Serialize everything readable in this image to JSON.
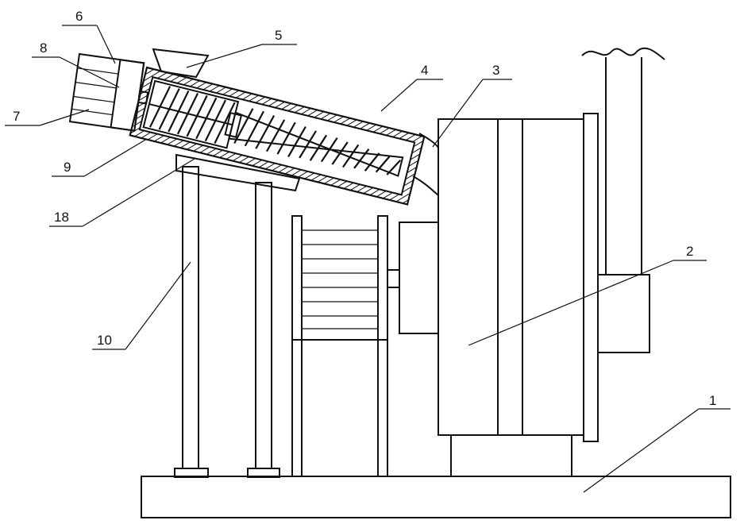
{
  "labels": {
    "base": "1",
    "main_body": "2",
    "pipe": "3",
    "barrel": "4",
    "hopper": "5",
    "motor_housing": "6",
    "motor": "7",
    "coupling": "8",
    "inner_screw": "9",
    "support_leg": "10",
    "bracket": "18"
  },
  "colors": {
    "line": "#111111",
    "background": "#ffffff"
  }
}
